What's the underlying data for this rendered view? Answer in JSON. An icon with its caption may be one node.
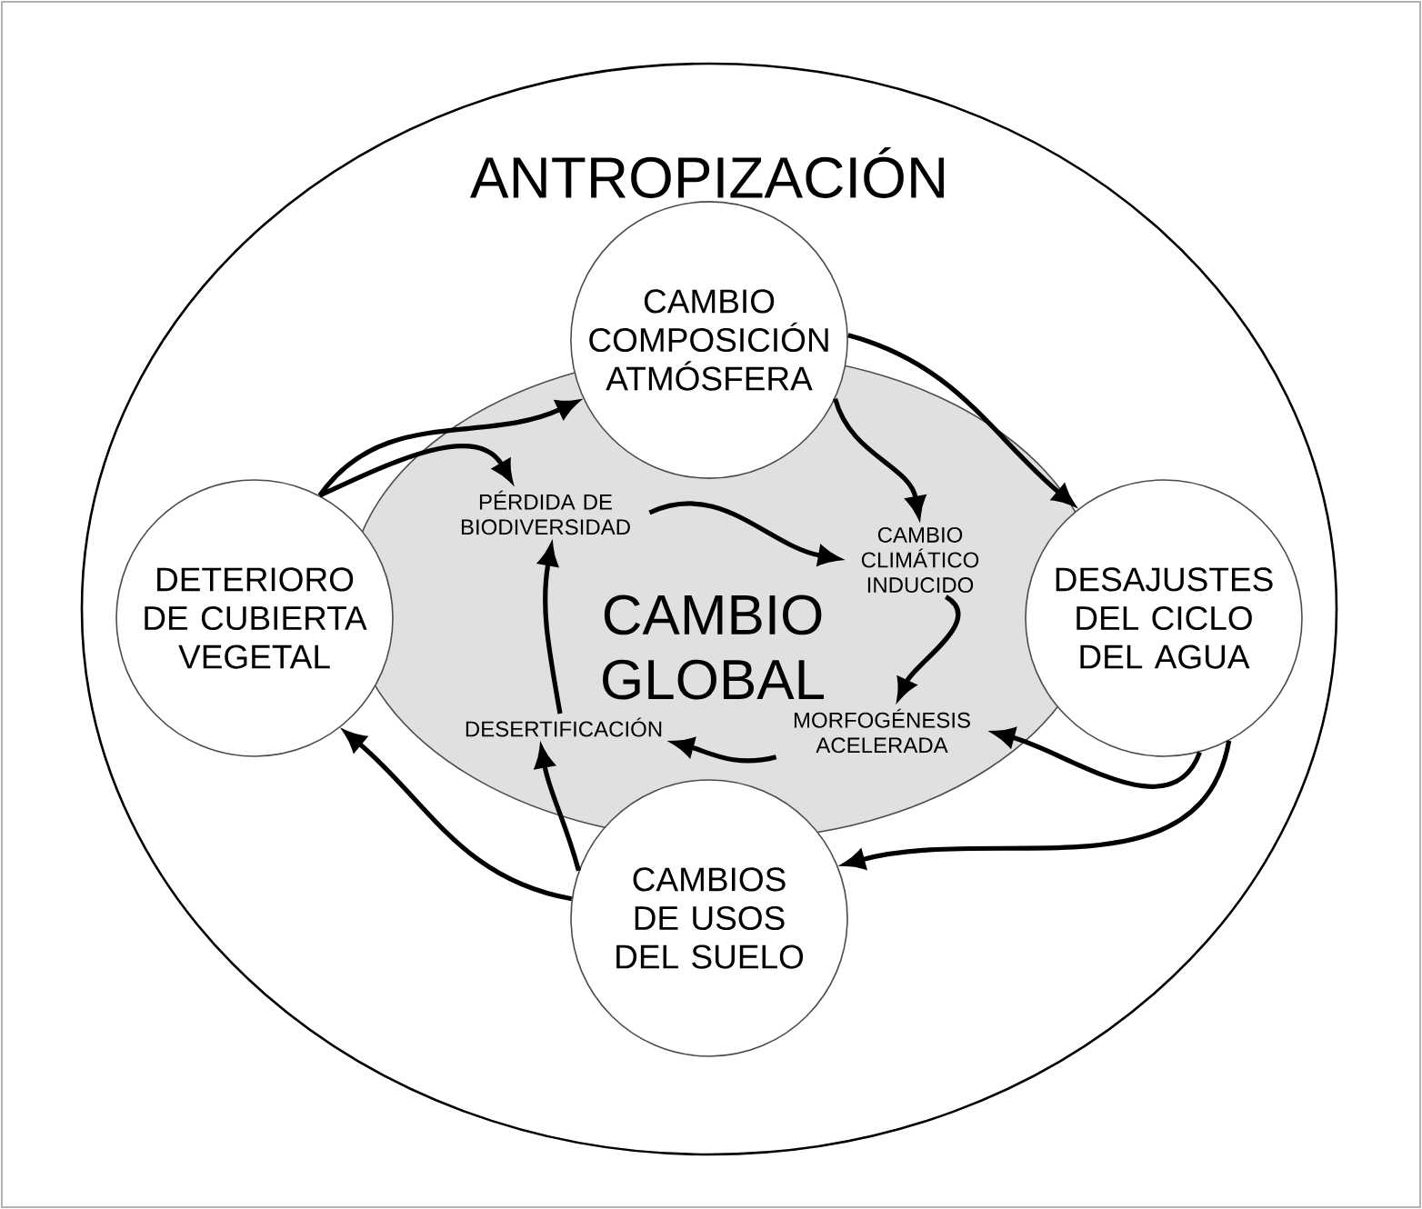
{
  "diagram": {
    "nodes": [
      {
        "text": [
          "ANTROPIZACIÓN"
        ]
      },
      {
        "text": [
          "CAMBIO GLOBAL"
        ],
        "in": 0
      },
      {
        "text": [
          "CAMBIO COMPOSICIÓN ATMÓSFERA"
        ],
        "in": 0
      },
      {
        "text": [
          "DETERIORO DE CUBIERTA VEGETAL"
        ],
        "in": 0
      },
      {
        "text": [
          "DESAJUSTES DEL CICLO DEL AGUA"
        ],
        "in": 0
      },
      {
        "text": [
          "CAMBIOS DE USOS DEL SUELO"
        ],
        "in": 0
      },
      {
        "text": [
          "PÉRDIDA DE BIODIVERSIDAD"
        ],
        "in": 1
      },
      {
        "text": [
          "CAMBIO CLIMÁTICO INDUCIDO"
        ],
        "in": 1
      },
      {
        "text": [
          "MORFOGÉNESIS ACELERADA"
        ],
        "in": 1
      },
      {
        "text": [
          "DESERTIFICACIÓN"
        ],
        "in": 1
      }
    ],
    "edges": [
      {
        "from": 3,
        "to": 2,
        "arrow": "to"
      },
      {
        "from": 3,
        "to": 6,
        "arrow": "to"
      },
      {
        "from": 2,
        "to": 7,
        "arrow": "to"
      },
      {
        "from": 2,
        "to": 4,
        "arrow": "to"
      },
      {
        "from": 4,
        "to": 8,
        "arrow": "to"
      },
      {
        "from": 4,
        "to": 5,
        "arrow": "to"
      },
      {
        "from": 5,
        "to": 9,
        "arrow": "to"
      },
      {
        "from": 5,
        "to": 3,
        "arrow": "to"
      },
      {
        "from": 6,
        "to": 7,
        "arrow": "to"
      },
      {
        "from": 7,
        "to": 8,
        "arrow": "to"
      },
      {
        "from": 8,
        "to": 9,
        "arrow": "to"
      },
      {
        "from": 9,
        "to": 6,
        "arrow": "to"
      }
    ]
  }
}
